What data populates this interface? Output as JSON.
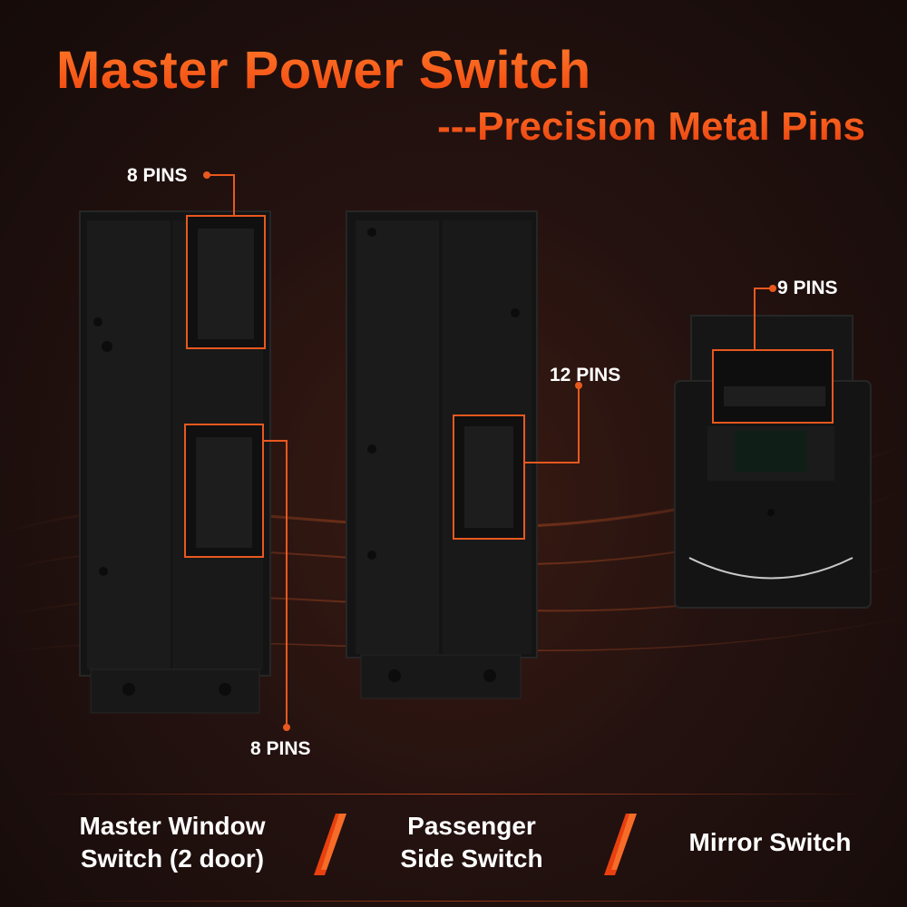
{
  "header": {
    "title": "Master Power Switch",
    "subtitle": "---Precision Metal Pins"
  },
  "callouts": {
    "top_left": "8 PINS",
    "bottom_left": "8 PINS",
    "center": "12 PINS",
    "right": "9 PINS"
  },
  "products": [
    {
      "line1": "Master Window",
      "line2": "Switch (2 door)"
    },
    {
      "line1": "Passenger",
      "line2": "Side Switch"
    },
    {
      "line1": "Mirror Switch",
      "line2": ""
    }
  ],
  "colors": {
    "accent": "#f04a12",
    "background": "#1c0e0b",
    "callout_line": "#e8581e"
  }
}
